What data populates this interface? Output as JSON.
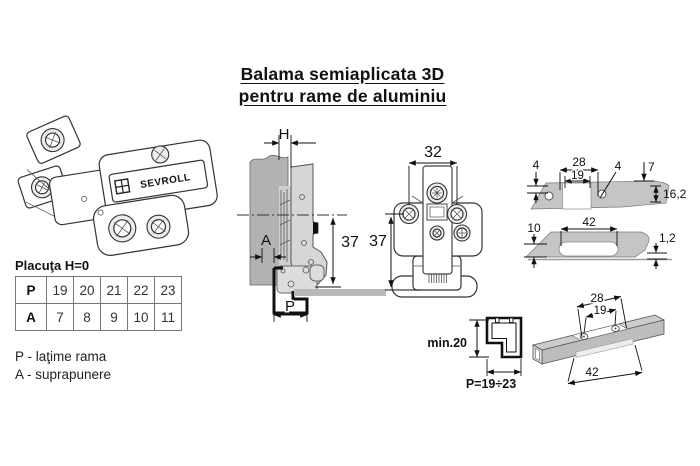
{
  "title": {
    "line1": "Balama semiaplicata 3D",
    "line2": "pentru rame de aluminiu"
  },
  "brand": "SEVROLL",
  "plate_table": {
    "title": "Placuţa H=0",
    "row_p": {
      "header": "P",
      "values": [
        "19",
        "20",
        "21",
        "22",
        "23"
      ]
    },
    "row_a": {
      "header": "A",
      "values": [
        "7",
        "8",
        "9",
        "10",
        "11"
      ]
    }
  },
  "legend": {
    "p_line": "P - laţime rama",
    "a_line": "A - suprapunere"
  },
  "side_view": {
    "h": "H",
    "height": "37",
    "overlay": "A",
    "frame_width": "P"
  },
  "front_view": {
    "width": "32",
    "height": "37"
  },
  "drill_pattern": {
    "d28": "28",
    "d19": "19",
    "d4_edge": "4",
    "d4_hole": "4",
    "d7": "7",
    "d16_2": "16,2"
  },
  "slot_pattern": {
    "d42": "42",
    "d10": "10",
    "d1_2": "1,2"
  },
  "profile_section": {
    "min_height": "min.20",
    "width_range": "P=19÷23"
  },
  "bar_3d": {
    "d28": "28",
    "d19": "19",
    "d42": "42"
  },
  "colors": {
    "line": "#1a1a1a",
    "panel_gray": "#b2b2b2",
    "hinge_gray": "#d6d6d6",
    "band_gray": "#c5c5c5",
    "glass_gray": "#b9b9b9"
  }
}
